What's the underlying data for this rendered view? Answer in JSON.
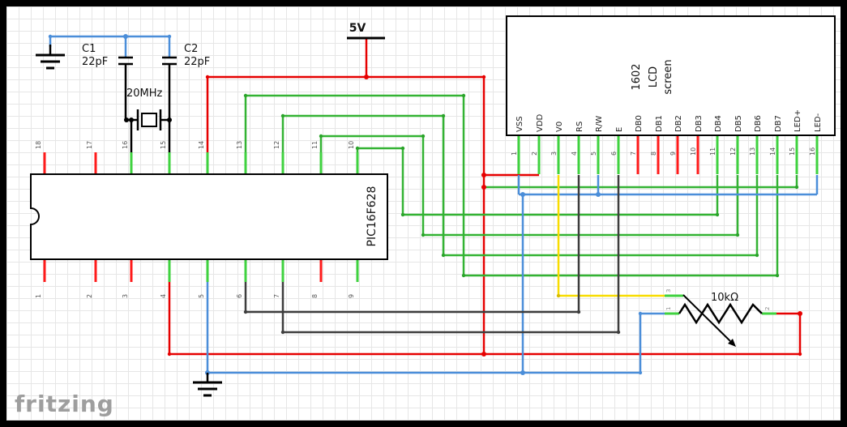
{
  "watermark": "fritzing",
  "power": {
    "label": "5V"
  },
  "capacitors": [
    {
      "ref": "C1",
      "value": "22pF"
    },
    {
      "ref": "C2",
      "value": "22pF"
    }
  ],
  "crystal": {
    "value": "20MHz"
  },
  "ic": {
    "name": "PIC16F628",
    "top_pin_numbers": [
      "18",
      "17",
      "16",
      "15",
      "14",
      "13",
      "12",
      "11",
      "10"
    ],
    "bottom_pin_numbers": [
      "1",
      "2",
      "3",
      "4",
      "5",
      "6",
      "7",
      "8",
      "9"
    ]
  },
  "lcd": {
    "title": "1602",
    "subtitle": [
      "LCD",
      "screen"
    ],
    "pin_labels": [
      "VSS",
      "VDD",
      "V0",
      "RS",
      "R/W",
      "E",
      "DB0",
      "DB1",
      "DB2",
      "DB3",
      "DB4",
      "DB5",
      "DB6",
      "DB7",
      "LED+",
      "LED-"
    ],
    "pin_numbers": [
      "1",
      "2",
      "3",
      "4",
      "5",
      "6",
      "7",
      "8",
      "9",
      "10",
      "11",
      "12",
      "13",
      "14",
      "15",
      "16"
    ]
  },
  "potentiometer": {
    "value": "10kΩ",
    "pin_numbers": [
      "3",
      "1",
      "2"
    ]
  },
  "colors": {
    "wire_red": "#e60000",
    "wire_green": "#33b333",
    "wire_blue": "#4b8ed9",
    "wire_yellow": "#f8dc00",
    "wire_dark": "#3d3d3d",
    "pin_connected": "#3fd23f",
    "pin_unconnected": "#ff1a1a"
  }
}
